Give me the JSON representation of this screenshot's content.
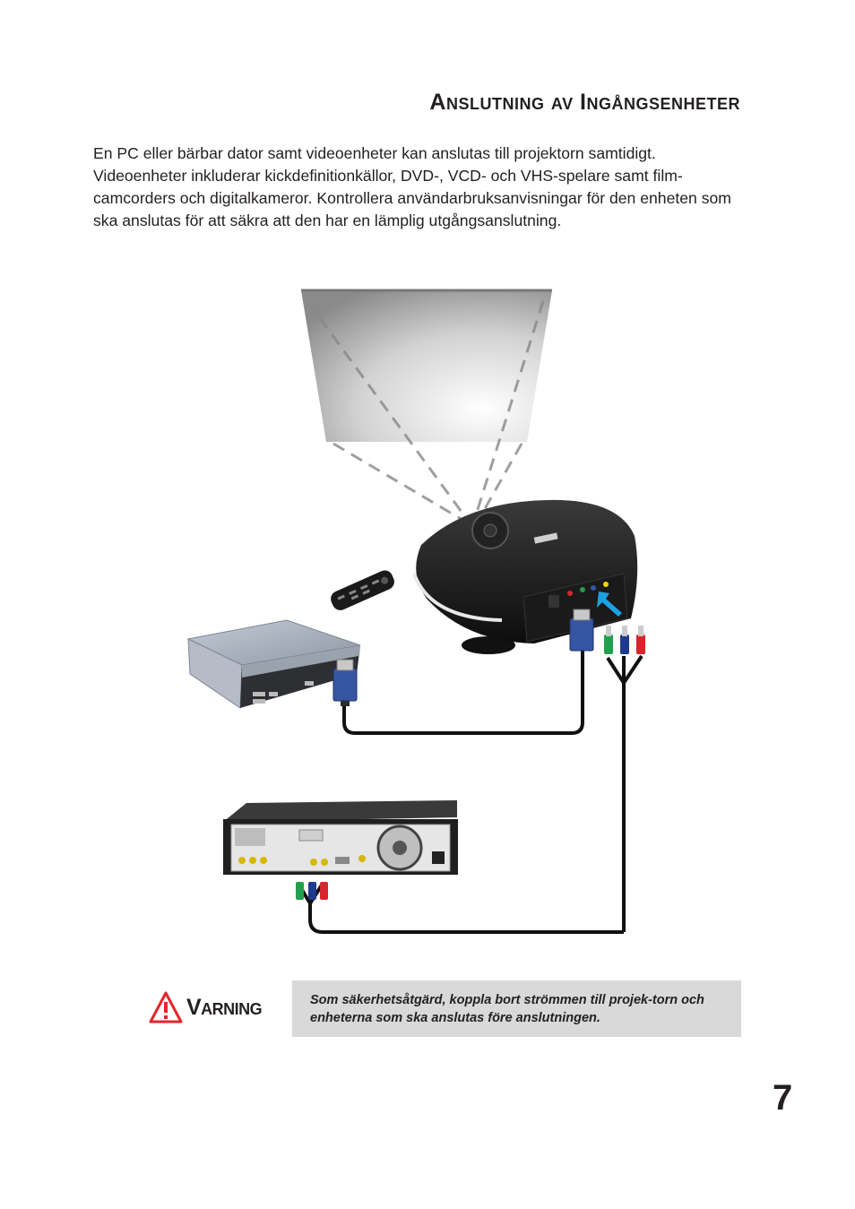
{
  "section_title": "Anslutning av Ingångsenheter",
  "intro_text": "En PC eller bärbar dator samt videoenheter kan anslutas till projektorn samtidigt. Videoenheter inkluderar kickdefinitionkällor, DVD-, VCD- och VHS-spelare samt film-camcorders och digitalkameror. Kontrollera användarbruksanvisningar för den enheten som ska anslutas för att säkra att den har en lämplig utgångsanslutning.",
  "warning": {
    "label": "Varning",
    "text": "Som säkerhetsåtgärd, koppla bort strömmen till projek-torn och enheterna som ska anslutas före anslutningen."
  },
  "page_number": "7",
  "colors": {
    "warning_red": "#e3262b",
    "callout_bg": "#d9d9da",
    "vga_blue": "#3655a3",
    "rca_green": "#22a04b",
    "rca_blue": "#1e3a8c",
    "rca_red": "#d7262e",
    "arrow_blue": "#1ba1e2"
  }
}
